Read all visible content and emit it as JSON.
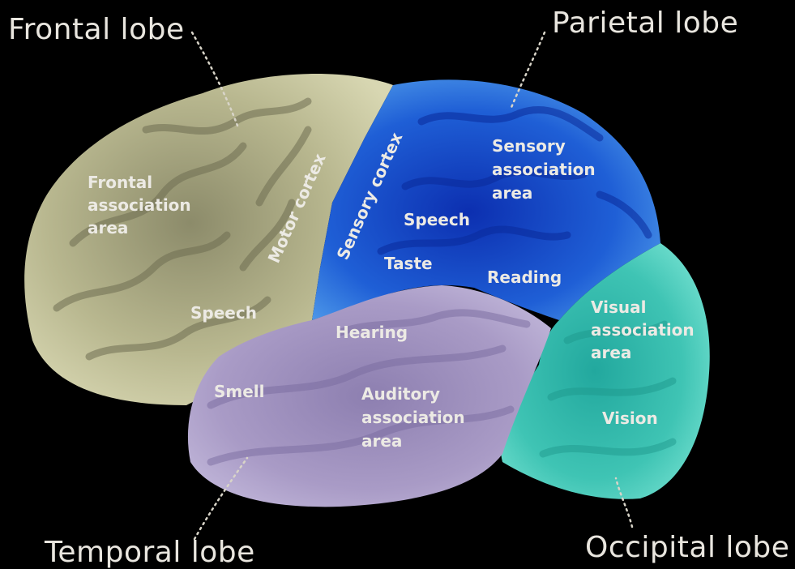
{
  "lobes": {
    "frontal": "Frontal lobe",
    "parietal": "Parietal lobe",
    "temporal": "Temporal lobe",
    "occipital": "Occipital lobe"
  },
  "areas": {
    "frontal_association": [
      "Frontal",
      "association",
      "area"
    ],
    "speech_frontal": "Speech",
    "motor_cortex": "Motor cortex",
    "sensory_cortex": "Sensory cortex",
    "speech_parietal": "Speech",
    "taste": "Taste",
    "sensory_association": [
      "Sensory",
      "association",
      "area"
    ],
    "reading": "Reading",
    "hearing": "Hearing",
    "smell": "Smell",
    "auditory_association": [
      "Auditory",
      "association",
      "area"
    ],
    "visual_association": [
      "Visual",
      "association",
      "area"
    ],
    "vision": "Vision"
  },
  "colors": {
    "background": "#000000",
    "frontal": "#b9b890",
    "parietal": "#1f5fd6",
    "temporal": "#a99bc6",
    "occipital": "#3fc4b4"
  }
}
